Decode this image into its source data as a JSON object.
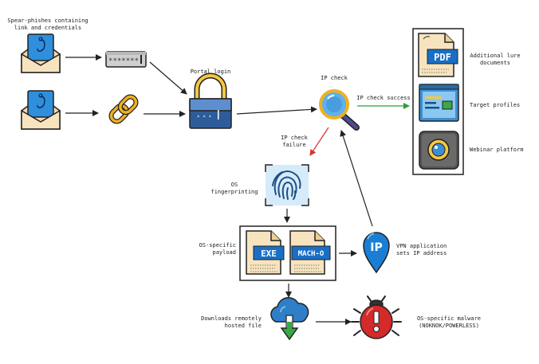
{
  "labels": {
    "spearphish": "Spear-phishes containing\nlink and credentials",
    "portal_login": "Portal login",
    "ip_check": "IP check",
    "ip_check_success": "IP check success",
    "ip_check_failure": "IP check\nfailure",
    "os_fingerprinting": "OS\nfingerprinting",
    "os_payload": "OS-specific\npayload",
    "vpn": "VPN application\nsets IP address",
    "downloads": "Downloads remotely\nhosted file",
    "malware": "OS-specific malware\n(NOKNOK/POWERLESS)",
    "lure_docs": "Additional lure\ndocuments",
    "target_profiles": "Target profiles",
    "webinar": "Webinar platform"
  },
  "icon_text": {
    "password": "*******",
    "pdf": "PDF",
    "exe": "EXE",
    "macho": "MACH-O",
    "ip_pin": "IP"
  },
  "colors": {
    "envelope_blue": "#2f8fdc",
    "link_gold": "#f0b020",
    "lock_gold": "#f5c842",
    "lock_body": "#2e5c9a",
    "arrow_black": "#222222",
    "arrow_green": "#2e9e3c",
    "arrow_red": "#d93030",
    "malware_red": "#d42a2a",
    "pin_blue": "#1a7fd4"
  }
}
